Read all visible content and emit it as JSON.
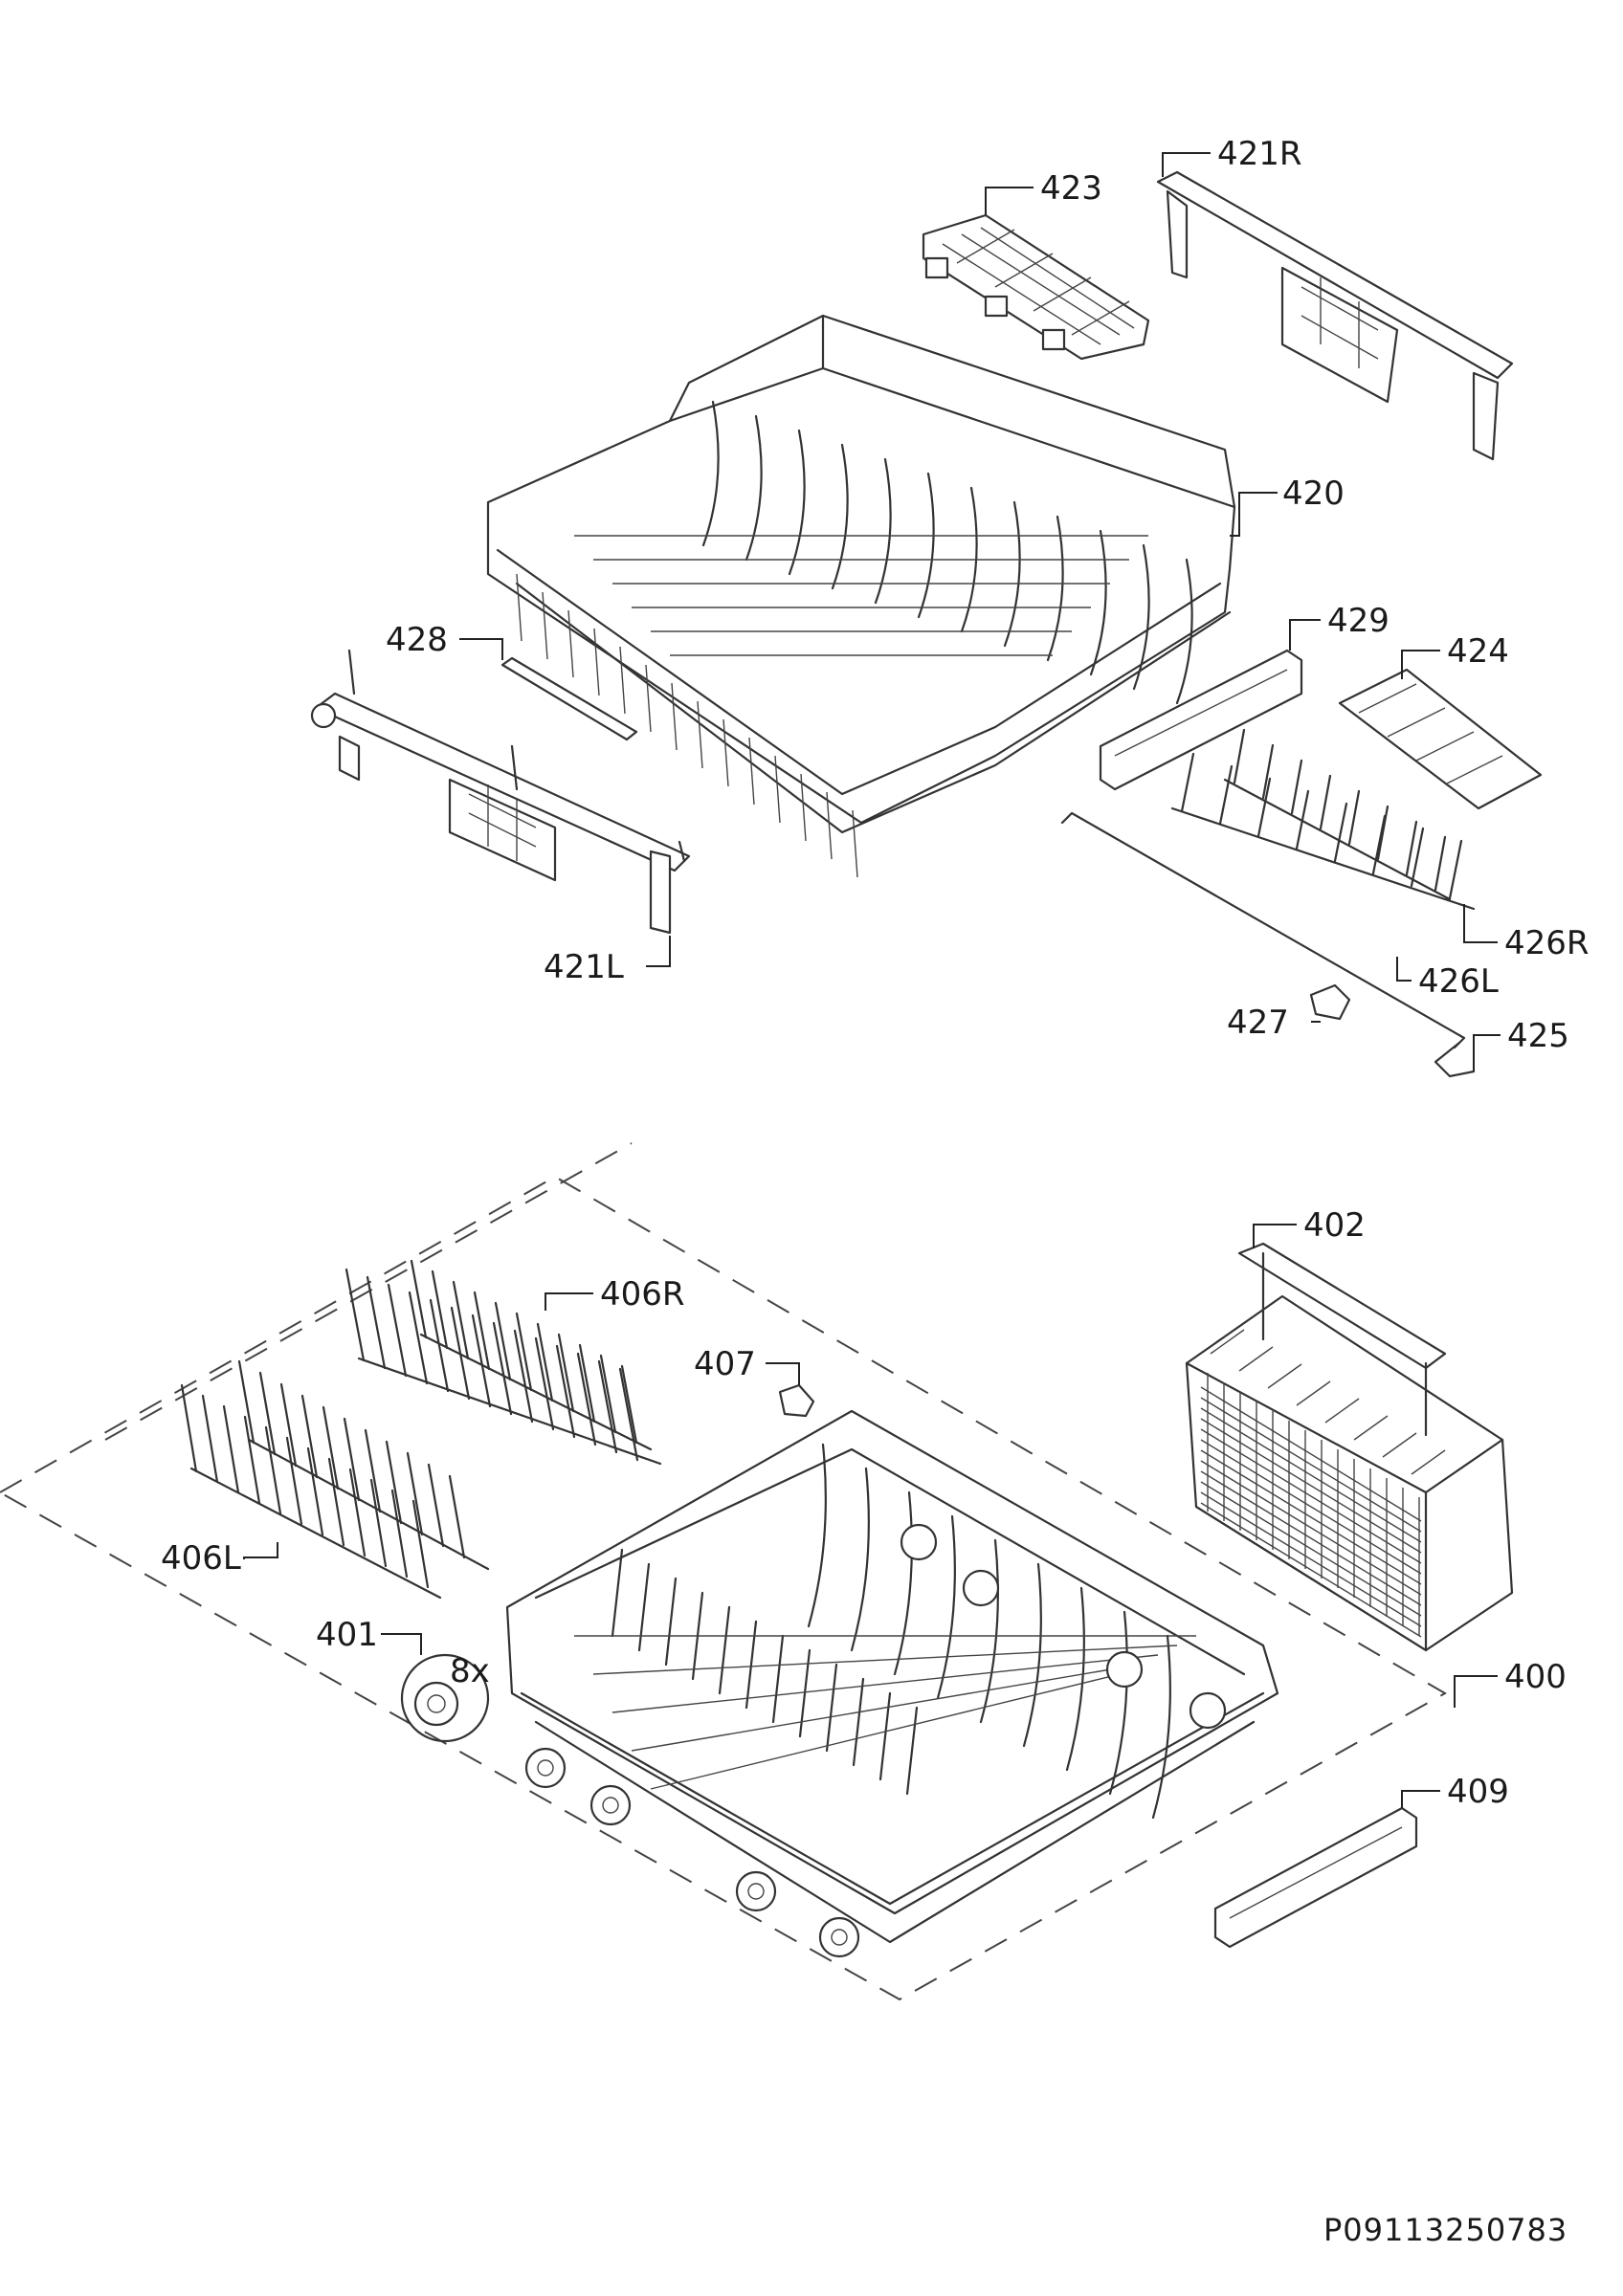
{
  "document_id": "P09113250783",
  "labels": {
    "p400": "400",
    "p401": "401",
    "p401_qty": "8x",
    "p402": "402",
    "p406L": "406L",
    "p406R": "406R",
    "p407": "407",
    "p409": "409",
    "p420": "420",
    "p421L": "421L",
    "p421R": "421R",
    "p423": "423",
    "p424": "424",
    "p425": "425",
    "p426L": "426L",
    "p426R": "426R",
    "p427": "427",
    "p428": "428",
    "p429": "429"
  }
}
